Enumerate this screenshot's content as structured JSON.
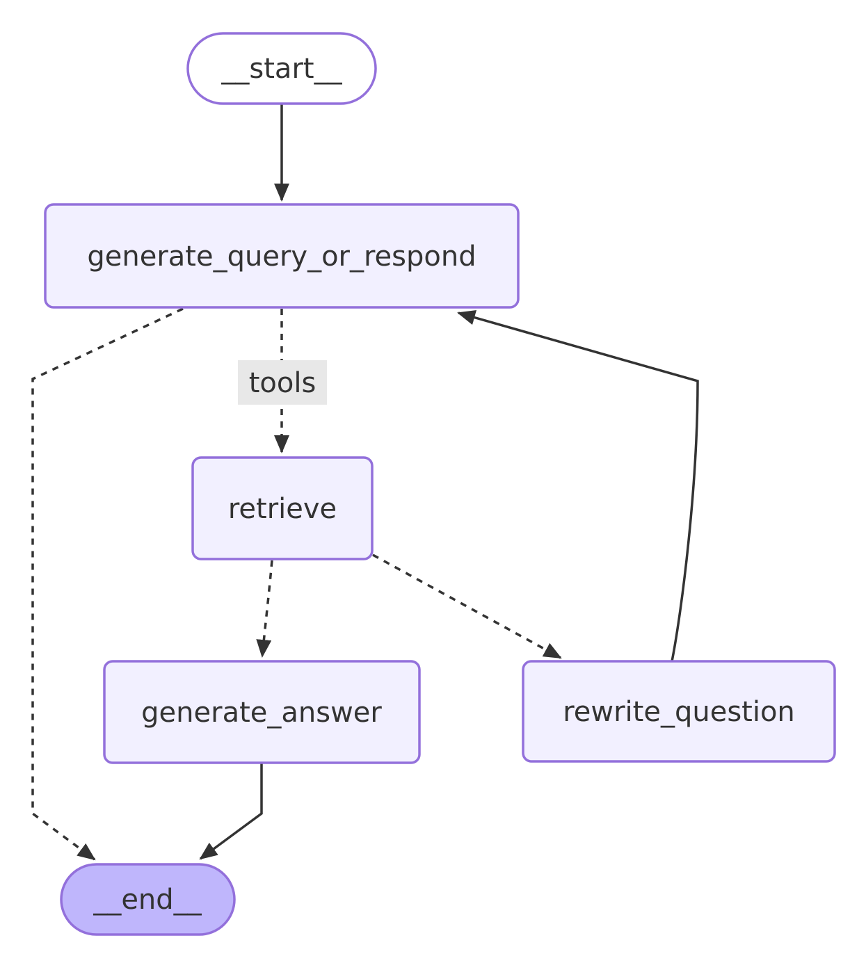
{
  "diagram": {
    "type": "flowchart",
    "direction": "top-down",
    "framework_style": "mermaid-langgraph",
    "colors": {
      "node_fill": "#f2f0ff",
      "node_border": "#9370db",
      "start_node_fill": "#ffffff",
      "end_node_fill": "#bfb6fc",
      "edge_color": "#333333",
      "text_color": "#333333",
      "edge_label_bg": "#e8e8e8"
    },
    "nodes": [
      {
        "id": "start",
        "label": "__start__",
        "shape": "stadium"
      },
      {
        "id": "generate_query_or_respond",
        "label": "generate_query_or_respond",
        "shape": "rounded-rect"
      },
      {
        "id": "retrieve",
        "label": "retrieve",
        "shape": "rounded-rect"
      },
      {
        "id": "generate_answer",
        "label": "generate_answer",
        "shape": "rounded-rect"
      },
      {
        "id": "rewrite_question",
        "label": "rewrite_question",
        "shape": "rounded-rect"
      },
      {
        "id": "end",
        "label": "__end__",
        "shape": "stadium"
      }
    ],
    "edges": [
      {
        "from": "start",
        "to": "generate_query_or_respond",
        "style": "solid",
        "label": ""
      },
      {
        "from": "generate_query_or_respond",
        "to": "retrieve",
        "style": "dashed",
        "label": "tools"
      },
      {
        "from": "generate_query_or_respond",
        "to": "end",
        "style": "dashed",
        "label": ""
      },
      {
        "from": "retrieve",
        "to": "generate_answer",
        "style": "dashed",
        "label": ""
      },
      {
        "from": "retrieve",
        "to": "rewrite_question",
        "style": "dashed",
        "label": ""
      },
      {
        "from": "generate_answer",
        "to": "end",
        "style": "solid",
        "label": ""
      },
      {
        "from": "rewrite_question",
        "to": "generate_query_or_respond",
        "style": "solid",
        "label": ""
      }
    ]
  }
}
